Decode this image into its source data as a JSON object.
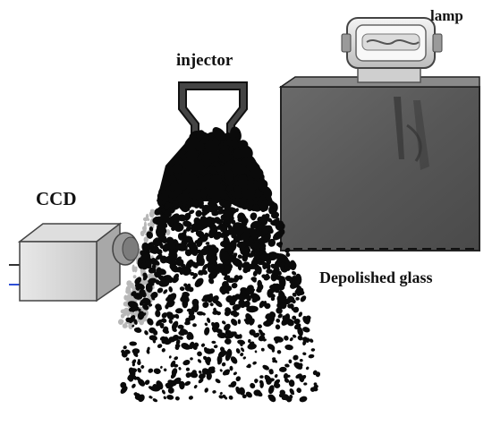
{
  "labels": {
    "lamp": "lamp",
    "injector": "injector",
    "ccd": "CCD",
    "glass": "Depolished glass"
  },
  "colors": {
    "spray": "#0a0a0a",
    "spray_light": "#b8b8b8",
    "glass_panel": "#5e5e5e",
    "glass_panel_dark": "#3a3a3a",
    "camera_body": "#c4c4c4",
    "camera_lens": "#9a9a9a",
    "lamp_body": "#e6e6e6",
    "cable": "#2f4fd6"
  },
  "icons": {
    "camera": "ccd-camera-icon",
    "lamp": "lamp-icon",
    "injector": "injector-nozzle-icon"
  }
}
